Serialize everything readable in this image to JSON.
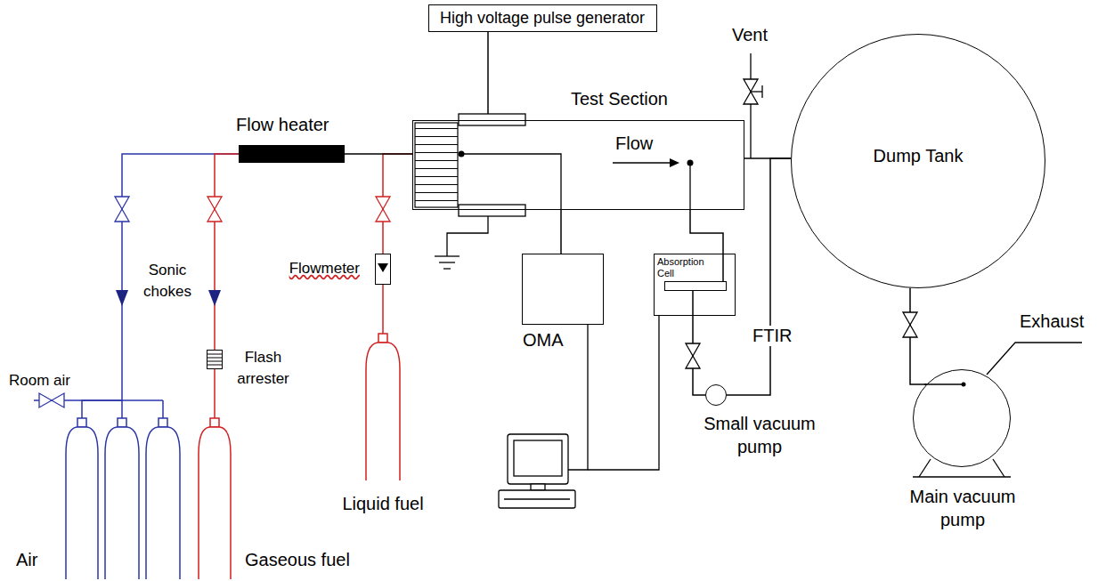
{
  "diagram": {
    "nodes": [
      {
        "text": [
          "High voltage pulse generator"
        ]
      },
      {
        "text": [
          "Test Section",
          "Flow"
        ]
      },
      {
        "text": [
          "Flow heater"
        ]
      },
      {
        "text": [
          "Dump Tank"
        ]
      },
      {
        "text": [
          "OMA"
        ]
      },
      {
        "text": [
          "FTIR"
        ]
      },
      {
        "text": [
          "Absorption Cell"
        ],
        "in": 5
      },
      {
        "text": [
          "Flowmeter"
        ]
      },
      {
        "text": [
          "Flash arrester"
        ]
      },
      {
        "text": [
          "Small vacuum pump"
        ]
      },
      {
        "text": [
          "Main vacuum pump"
        ]
      },
      {
        "text": [
          "Liquid fuel"
        ]
      },
      {
        "text": [
          "Air"
        ]
      },
      {
        "text": [
          "Gaseous fuel"
        ]
      }
    ],
    "edges": [
      {
        "from": 0,
        "to": 1,
        "arrow": "none"
      },
      {
        "from": 12,
        "to": 2,
        "arrow": "none"
      },
      {
        "from": 13,
        "to": 8,
        "arrow": "none"
      },
      {
        "from": 8,
        "to": 2,
        "arrow": "none"
      },
      {
        "from": 11,
        "to": 7,
        "arrow": "none"
      },
      {
        "from": 7,
        "to": 1,
        "arrow": "none"
      },
      {
        "from": 2,
        "to": 1,
        "arrow": "none"
      },
      {
        "from": 1,
        "to": 3,
        "arrow": "none"
      },
      {
        "from": 1,
        "to": 4,
        "arrow": "none"
      },
      {
        "from": 1,
        "to": 6,
        "arrow": "none"
      },
      {
        "from": 6,
        "to": 9,
        "arrow": "none"
      },
      {
        "from": 9,
        "to": 3,
        "arrow": "none"
      },
      {
        "from": 3,
        "to": 10,
        "arrow": "none"
      }
    ],
    "labels": [
      "Vent",
      "Room air",
      "Sonic chokes",
      "Exhaust"
    ]
  }
}
